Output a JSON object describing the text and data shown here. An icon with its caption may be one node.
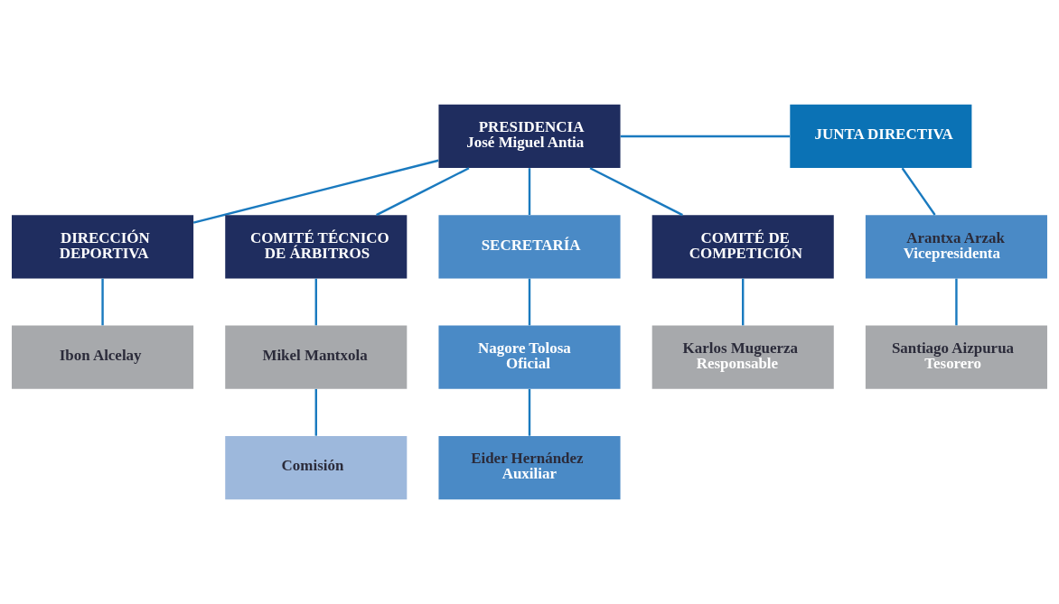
{
  "diagram": {
    "nodes": [
      {
        "text": [
          "PRESIDENCIA",
          "José Miguel Antia"
        ]
      },
      {
        "text": [
          "JUNTA DIRECTIVA"
        ]
      },
      {
        "text": [
          "Arantxa Arzak",
          "Vicepresidenta"
        ]
      },
      {
        "text": [
          "Santiago Aizpurua",
          "Tesorero"
        ]
      },
      {
        "text": [
          "DIRECCIÓN DEPORTIVA"
        ]
      },
      {
        "text": [
          "COMITÉ TÉCNICO DE ÁRBITROS"
        ]
      },
      {
        "text": [
          "SECRETARÍA"
        ]
      },
      {
        "text": [
          "COMITÉ DE COMPETICIÓN"
        ]
      },
      {
        "text": [
          "Ibon Alcelay"
        ]
      },
      {
        "text": [
          "Mikel Mantxola"
        ]
      },
      {
        "text": [
          "Comisión"
        ]
      },
      {
        "text": [
          "Nagore Tolosa",
          "Oficial"
        ]
      },
      {
        "text": [
          "Eider Hernández",
          "Auxiliar"
        ]
      },
      {
        "text": [
          "Karlos Muguerza",
          "Responsable"
        ]
      }
    ],
    "edges": [
      {
        "from": 0,
        "to": 1,
        "arrow": "none"
      },
      {
        "from": 1,
        "to": 2,
        "arrow": "none"
      },
      {
        "from": 2,
        "to": 3,
        "arrow": "none"
      },
      {
        "from": 0,
        "to": 4,
        "arrow": "none"
      },
      {
        "from": 0,
        "to": 5,
        "arrow": "none"
      },
      {
        "from": 0,
        "to": 6,
        "arrow": "none"
      },
      {
        "from": 0,
        "to": 7,
        "arrow": "none"
      },
      {
        "from": 4,
        "to": 8,
        "arrow": "none"
      },
      {
        "from": 5,
        "to": 9,
        "arrow": "none"
      },
      {
        "from": 9,
        "to": 10,
        "arrow": "none"
      },
      {
        "from": 6,
        "to": 11,
        "arrow": "none"
      },
      {
        "from": 11,
        "to": 12,
        "arrow": "none"
      },
      {
        "from": 7,
        "to": 13,
        "arrow": "none"
      }
    ]
  }
}
